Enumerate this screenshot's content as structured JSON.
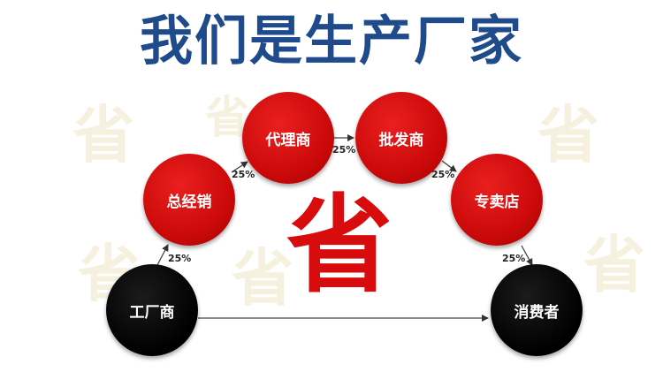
{
  "title": "我们是生产厂家",
  "center_mark": "省",
  "watermark_char": "省",
  "nodes": {
    "factory": "工厂商",
    "distributor": "总经销",
    "agent": "代理商",
    "wholesaler": "批发商",
    "store": "专卖店",
    "consumer": "消费者"
  },
  "percentages": {
    "p1": "25%",
    "p2": "25%",
    "p3": "25%",
    "p4": "25%",
    "p5": "25%"
  },
  "colors": {
    "title": "#1f4a8c",
    "node_red": "#cc0a0a",
    "node_black": "#000000",
    "center_mark": "#d80c0c"
  }
}
